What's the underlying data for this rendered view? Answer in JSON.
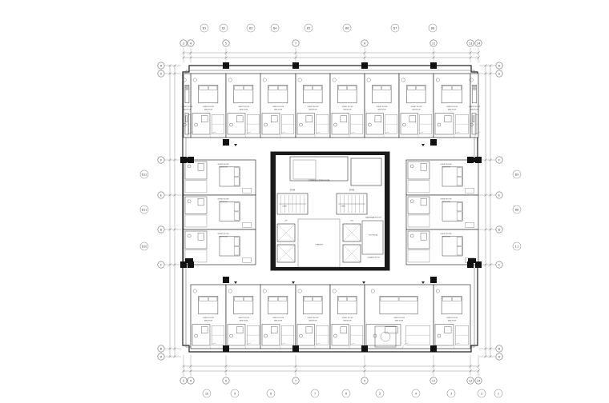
{
  "drawing": {
    "top_room_tags": [
      "D1",
      "D2",
      "D3",
      "D4",
      "D5",
      "D6",
      "D7",
      "D8"
    ],
    "bottom_room_tags": [
      "10",
      "9",
      "8",
      "7",
      "6",
      "5",
      "4",
      "3",
      "2",
      "1"
    ],
    "left_room_tags": [
      "D12",
      "D11",
      "D10"
    ],
    "right_room_tags": [
      "D9",
      "D8",
      "1.1"
    ],
    "grid_top": [
      "3",
      "4",
      "5",
      "7",
      "9",
      "11",
      "13",
      "14"
    ],
    "grid_bottom": [
      "3",
      "4",
      "5",
      "7",
      "9",
      "11",
      "13",
      "14"
    ],
    "grid_left": [
      "H",
      "G",
      "F",
      "E",
      "D",
      "C",
      "B",
      "A"
    ],
    "grid_right": [
      "H",
      "G",
      "F",
      "E",
      "D",
      "C",
      "B",
      "A"
    ],
    "core_labels": {
      "corridor_top": "COMMUNICATION ROOM",
      "lobby_left": "LOBBY",
      "lobby_right": "LOBBY",
      "lift_left": "LIFT",
      "lift_right": "LIFT",
      "stair_left": "STAIR",
      "stair_right": "STAIR",
      "service_1": "MAINTENANCE ROOM",
      "service_2": "ELECTRICAL",
      "service_3": "CLEANING ROOM",
      "corridor_center": "CORRIDOR"
    },
    "room_label": "GUEST ROOM",
    "room_sub": "KING ROOM"
  }
}
